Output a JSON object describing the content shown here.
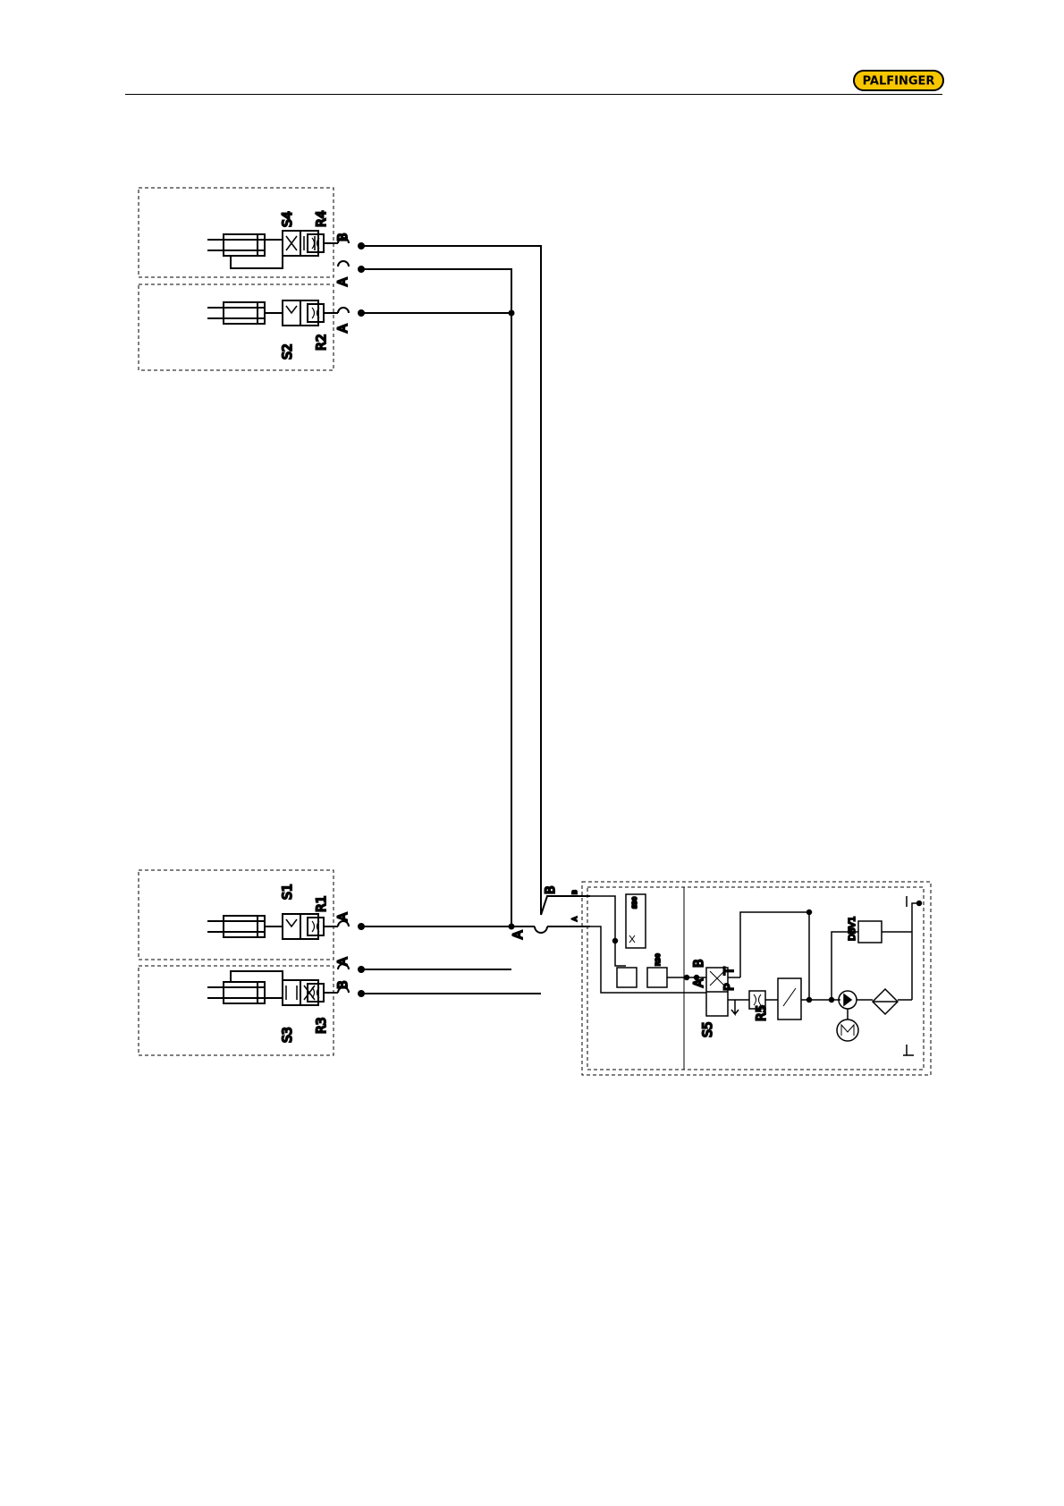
{
  "header": {
    "logo_text": "PALFINGER"
  },
  "labels": {
    "s4": "S4",
    "r4": "R4",
    "b_top": "B",
    "a_top": "A",
    "a_r2": "A",
    "s2": "S2",
    "r2": "R2",
    "s1": "S1",
    "r1": "R1",
    "a_r1": "A",
    "a_r3": "A",
    "b_r3": "B",
    "s3": "S3",
    "r3": "R3",
    "a_main": "A",
    "b_main": "B",
    "b_small": "B",
    "a_small": "A",
    "s30": "S30",
    "r30": "R30",
    "a_s5": "A",
    "b_s5": "B",
    "p_s5": "P",
    "t_s5": "T",
    "s5": "S5",
    "r5": "R5",
    "dbv1": "DBV1"
  },
  "colors": {
    "logo_fill": "#f7c600",
    "ink": "#000000"
  }
}
